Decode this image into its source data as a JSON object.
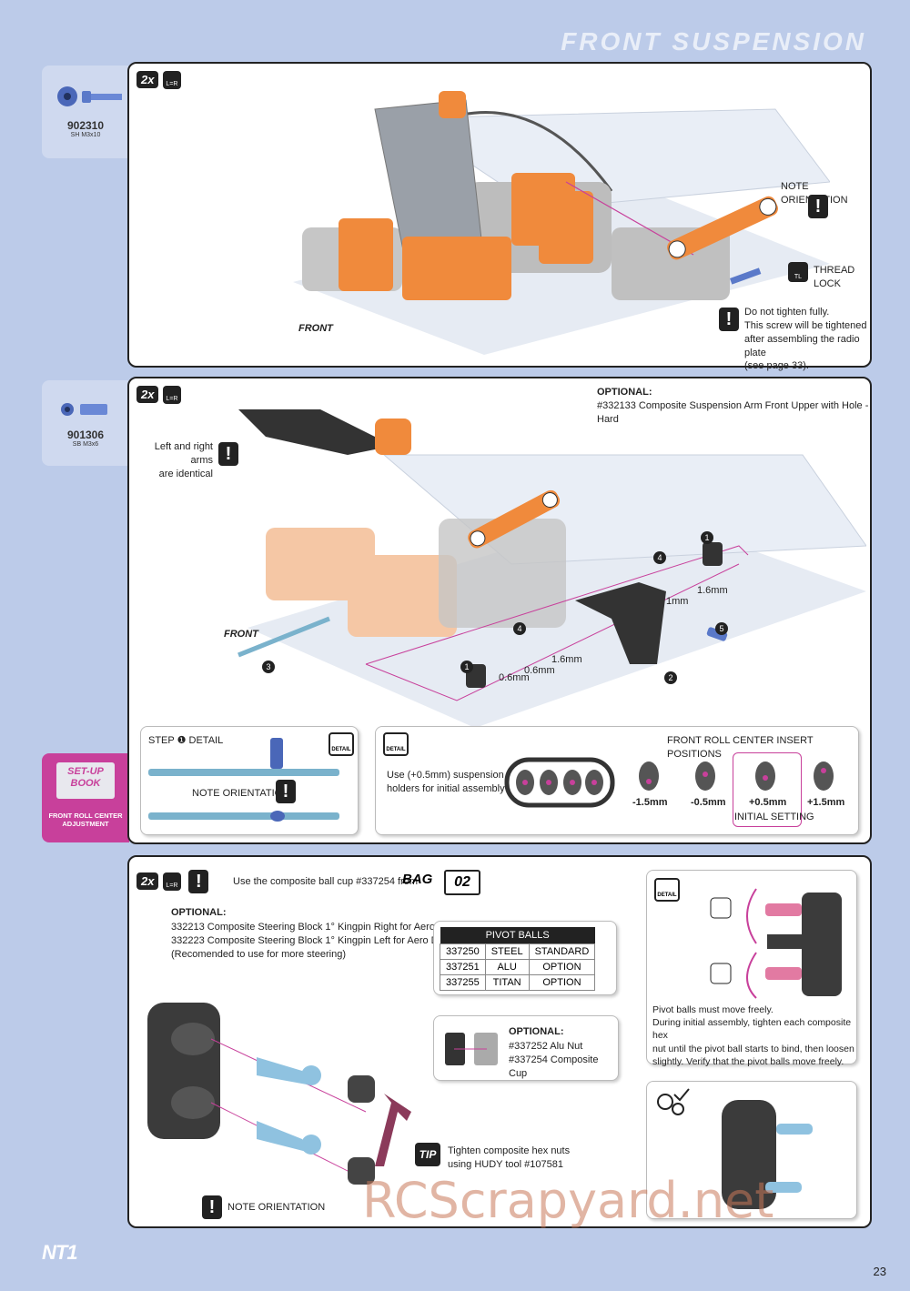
{
  "header": {
    "title": "FRONT SUSPENSION"
  },
  "step1": {
    "qty": "2x",
    "part": {
      "number": "902310",
      "desc": "SH M3x10"
    },
    "note_orientation": "NOTE ORIENTATION",
    "thread_lock": "THREAD\nLOCK",
    "tl": "TL",
    "front": "FRONT",
    "warning": "Do not tighten fully.\nThis screw will be tightened\nafter assembling the radio plate\n(see page 33)."
  },
  "step2": {
    "qty": "2x",
    "part": {
      "number": "901306",
      "desc": "SB M3x6"
    },
    "optional_title": "OPTIONAL:",
    "optional_text": "#332133 Composite Suspension Arm Front Upper with Hole - Hard",
    "identical": "Left and right arms\nare identical",
    "front": "FRONT",
    "callouts": [
      "1",
      "2",
      "3",
      "4",
      "5"
    ],
    "shims": {
      "a": "1.6mm",
      "b": "1mm",
      "c": "1.6mm",
      "d": "0.6mm",
      "e": "0.6mm"
    },
    "detail_title": "STEP ❶ DETAIL",
    "detail_note": "NOTE ORIENTATION",
    "roll_center_title": "FRONT ROLL CENTER INSERT POSITIONS",
    "roll_center_use": "Use (+0.5mm) suspension\nholders for initial assembly",
    "positions": [
      "-1.5mm",
      "-0.5mm",
      "+0.5mm",
      "+1.5mm"
    ],
    "initial_setting": "INITIAL SETTING",
    "setup_book": "SET-UP\nBOOK",
    "setup_caption": "FRONT ROLL CENTER\nADJUSTMENT",
    "detail_label": "DETAIL"
  },
  "step3": {
    "qty": "2x",
    "instruction": "Use the composite ball cup #337254 from",
    "bag_label": "BAG",
    "bag_number": "02",
    "optional_title": "OPTIONAL:",
    "optional_text": "332213 Composite Steering Block 1° Kingpin Right for Aero Disc\n332223 Composite Steering Block 1° Kingpin Left for Aero Disc\n(Recomended to use for more steering)",
    "pivot_table": {
      "title": "PIVOT BALLS",
      "rows": [
        [
          "337250",
          "STEEL",
          "STANDARD"
        ],
        [
          "337251",
          "ALU",
          "OPTION"
        ],
        [
          "337255",
          "TITAN",
          "OPTION"
        ]
      ]
    },
    "nut_optional_title": "OPTIONAL:",
    "nut_optional_text": "#337252 Alu Nut\n#337254 Composite Cup",
    "tip_label": "TIP",
    "tip_text": "Tighten composite hex nuts\nusing HUDY tool #107581",
    "note_orientation": "NOTE ORIENTATION",
    "pivot_note": "Pivot balls must move freely.\nDuring initial assembly, tighten each composite hex\nnut until the pivot ball starts to bind, then loosen\nslightly.  Verify that the pivot balls move freely.",
    "detail_label": "DETAIL"
  },
  "footer": {
    "logo": "NT1",
    "page": "23",
    "watermark": "RCScrapyard.net"
  },
  "colors": {
    "background": "#bccbe9",
    "orange": "#f08a3c",
    "magenta": "#c8409b",
    "dark": "#222222"
  },
  "lr_label": "L=R"
}
